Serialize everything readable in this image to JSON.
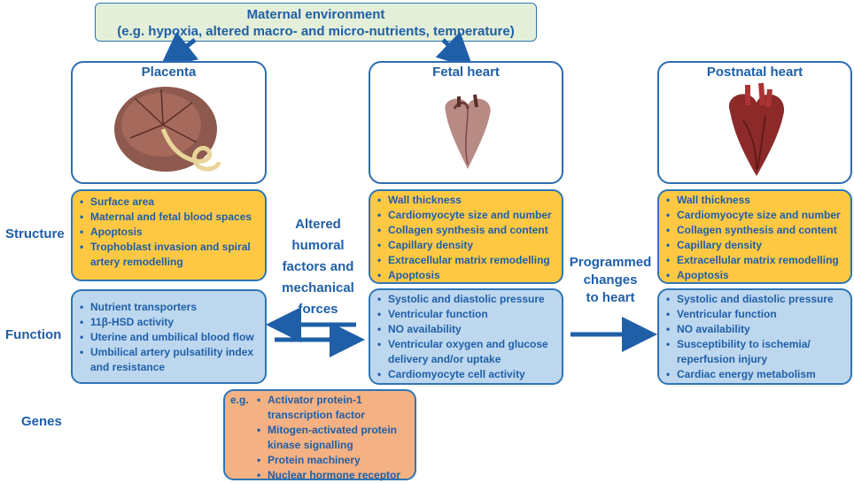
{
  "maternal": {
    "line1": "Maternal environment",
    "line2": "(e.g. hypoxia, altered macro- and micro-nutrients, temperature)"
  },
  "placenta": {
    "title": "Placenta",
    "structure": [
      "Surface area",
      "Maternal and fetal blood spaces",
      "Apoptosis",
      "Trophoblast invasion and spiral artery remodelling"
    ],
    "function": [
      "Nutrient transporters",
      "11β-HSD activity",
      "Uterine and umbilical blood flow",
      "Umbilical artery pulsatility index and resistance"
    ]
  },
  "fetal_heart": {
    "title": "Fetal heart",
    "structure": [
      "Wall thickness",
      "Cardiomyocyte size and number",
      "Collagen synthesis and content",
      "Capillary density",
      "Extracellular matrix remodelling",
      "Apoptosis"
    ],
    "function": [
      "Systolic and diastolic pressure",
      "Ventricular function",
      "NO availability",
      "Ventricular oxygen and glucose delivery and/or uptake",
      "Cardiomyocyte cell activity"
    ]
  },
  "postnatal_heart": {
    "title": "Postnatal heart",
    "structure": [
      "Wall thickness",
      "Cardiomyocyte size and number",
      "Collagen synthesis and content",
      "Capillary density",
      "Extracellular matrix remodelling",
      "Apoptosis"
    ],
    "function": [
      "Systolic and diastolic pressure",
      "Ventricular function",
      "NO availability",
      "Susceptibility to ischemia/ reperfusion injury",
      "Cardiac energy metabolism"
    ]
  },
  "row_labels": {
    "structure": "Structure",
    "function": "Function",
    "genes": "Genes"
  },
  "middle_text": {
    "altered": [
      "Altered",
      "humoral",
      "factors and",
      "mechanical",
      "forces"
    ],
    "programmed": [
      "Programmed",
      "changes",
      "to heart"
    ]
  },
  "genes": {
    "prefix": "e.g.",
    "items": [
      "Activator protein-1 transcription factor",
      "Mitogen-activated protein kinase signalling",
      "Protein machinery",
      "Nuclear hormone receptor"
    ]
  },
  "colors": {
    "text_blue": "#1f5fa8",
    "border_blue": "#2e75b6",
    "structure_yellow": "#ffc843",
    "function_blue": "#bdd7ee",
    "genes_orange": "#f4b183",
    "maternal_green": "#e3efd9"
  },
  "icons": [
    "placenta-illustration",
    "fetal-heart-illustration",
    "postnatal-heart-illustration"
  ]
}
